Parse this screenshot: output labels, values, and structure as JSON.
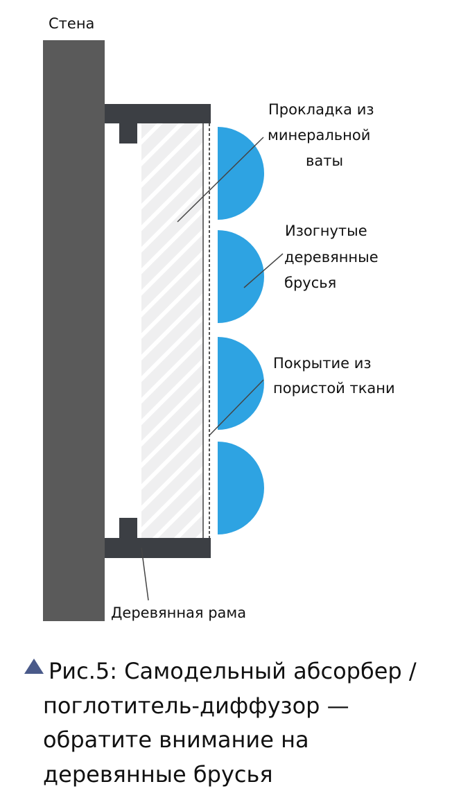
{
  "diagram": {
    "labels": {
      "wall": "Стена",
      "mineral_wool": [
        "Прокладка из",
        "минеральной",
        "ваты"
      ],
      "curved_battens": [
        "Изогнутые",
        "деревянные",
        "брусья"
      ],
      "fabric_cover": [
        "Покрытие из",
        "пористой ткани"
      ],
      "wooden_frame": "Деревянная рама"
    },
    "caption": {
      "lines": [
        "Рис.5: Самодельный абсорбер /",
        "поглотитель-диффузор —",
        "обратите внимание на",
        "деревянные брусья"
      ]
    }
  },
  "colors": {
    "wall": "#5a5a5a",
    "frame": "#3c3f44",
    "batten": "#2ea3e2",
    "insulation": "#efeff0",
    "hatch": "#ffffff",
    "leader": "#444444",
    "caption_marker": "#4a5a8a"
  }
}
